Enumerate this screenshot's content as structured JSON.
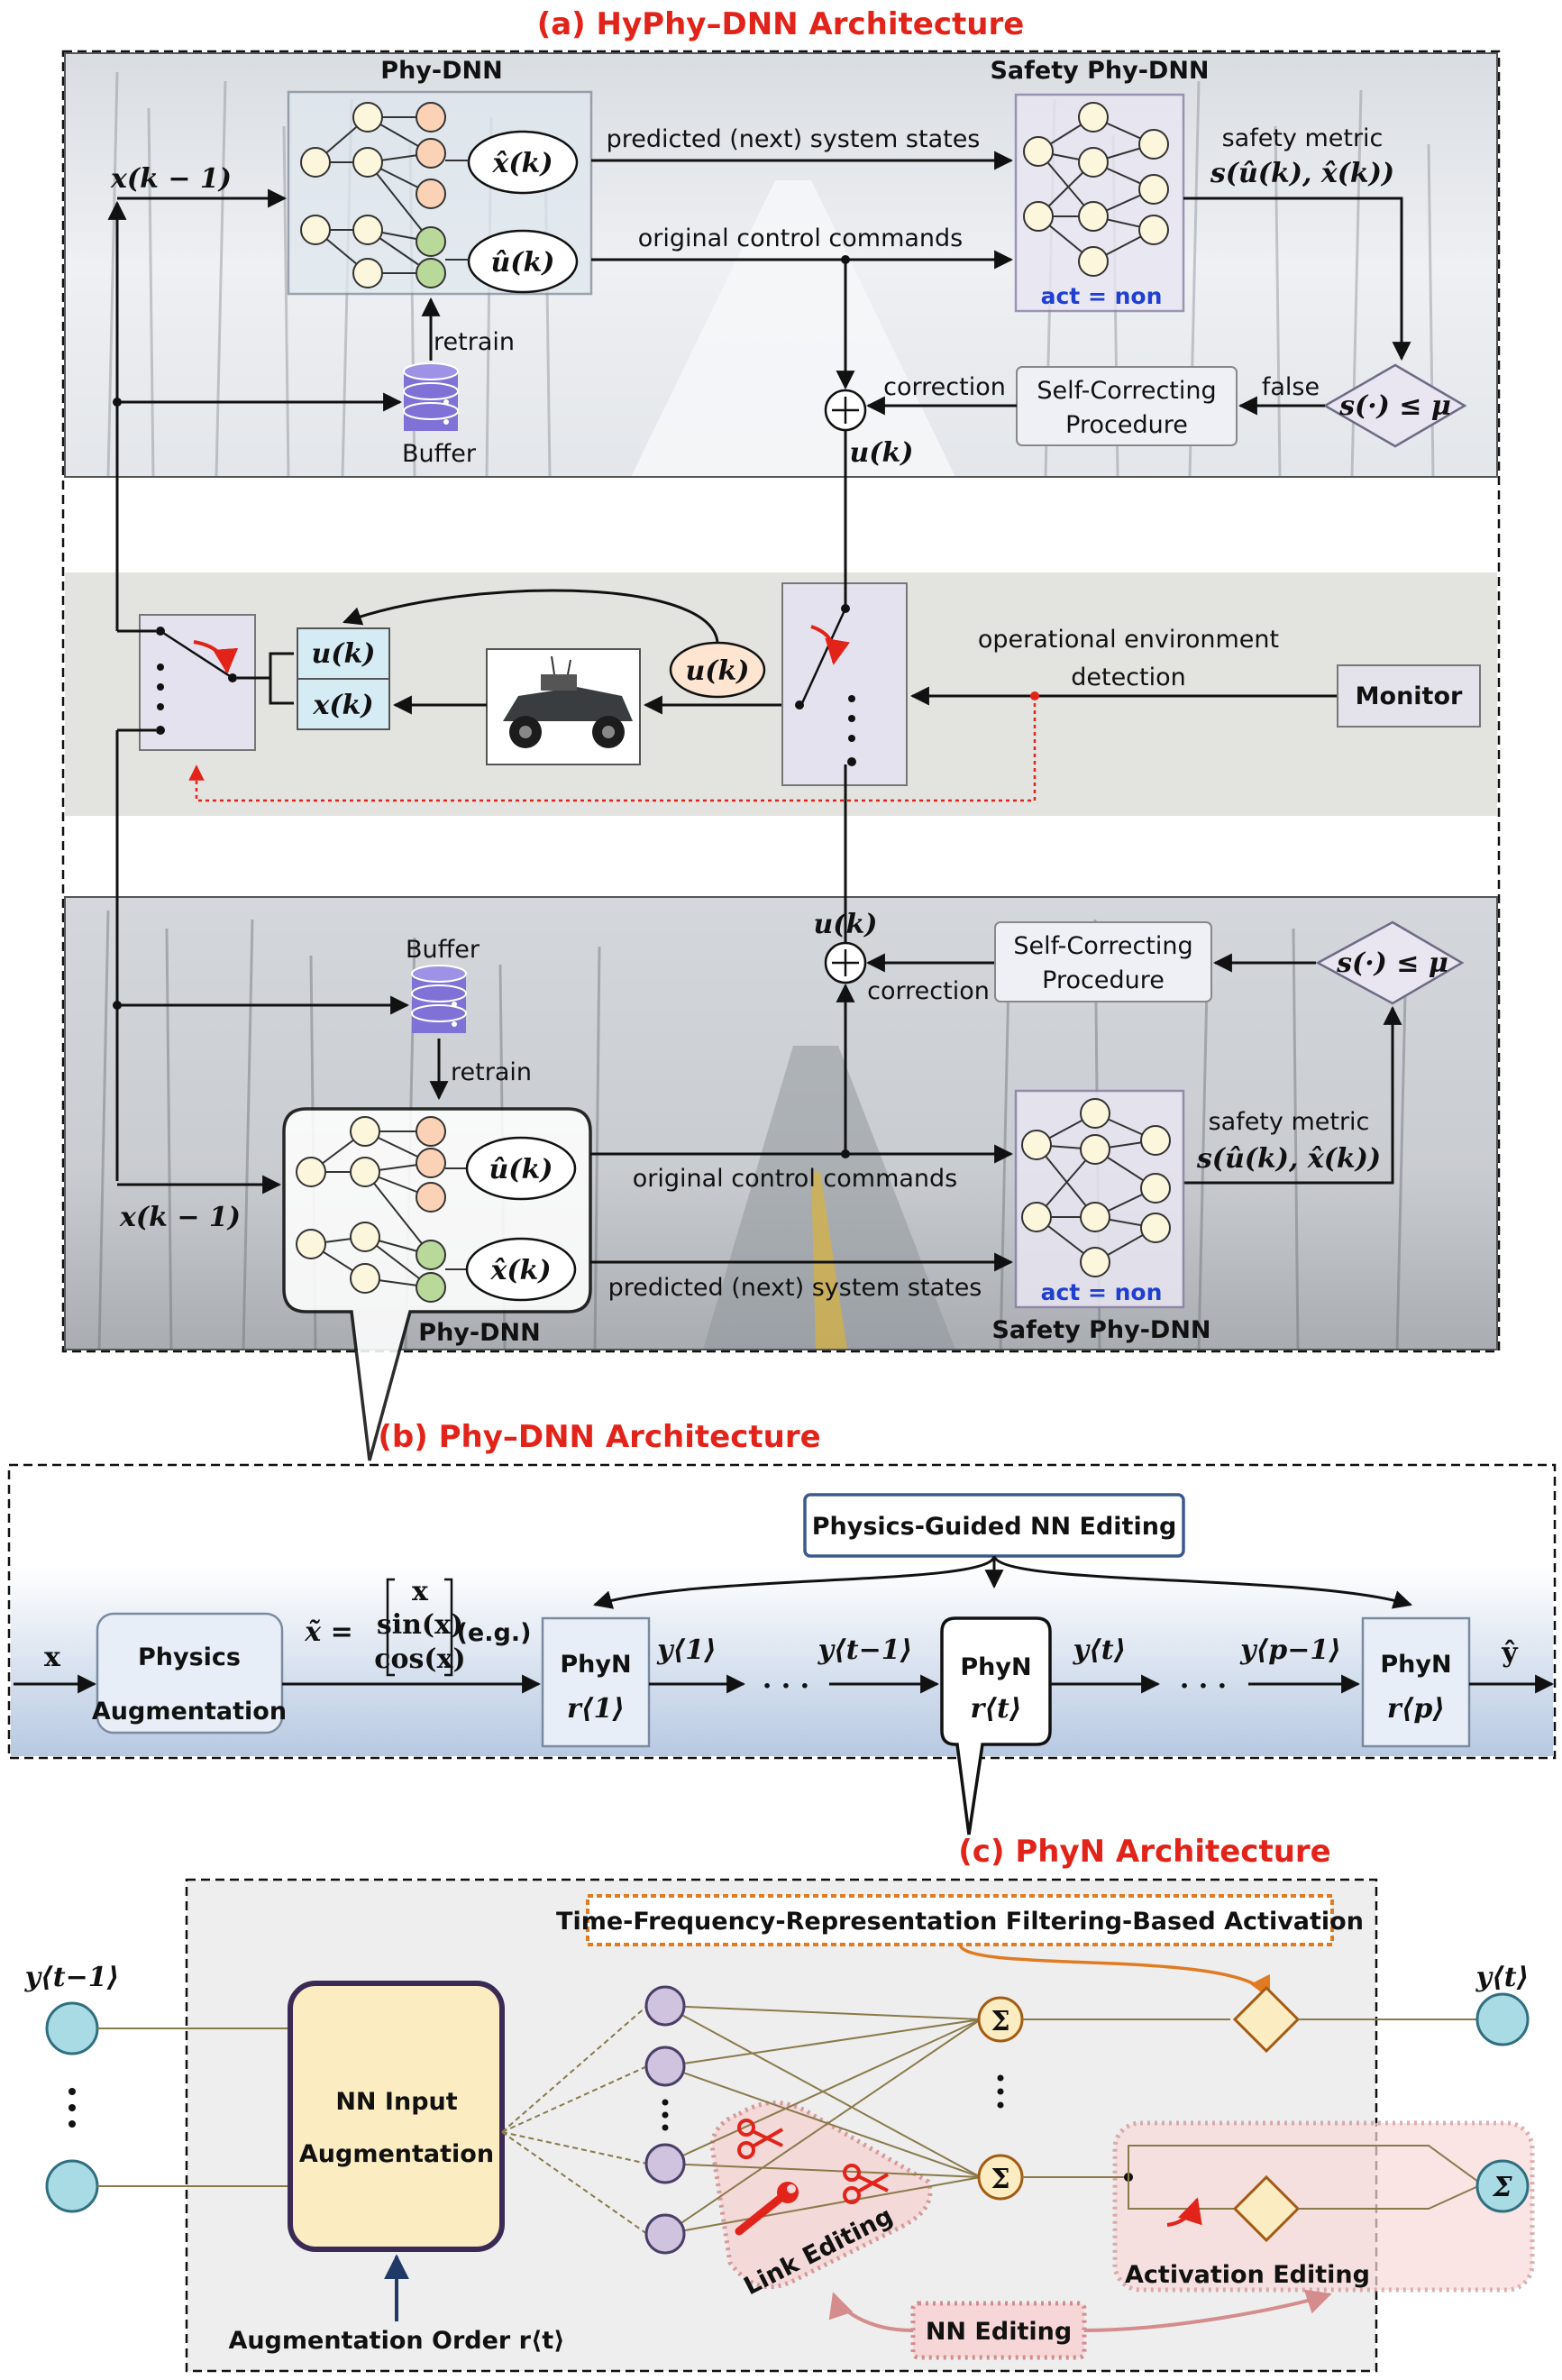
{
  "titles": {
    "a": "(a) HyPhy–DNN Architecture",
    "b": "(b) Phy–DNN Architecture",
    "c": "(c) PhyN Architecture"
  },
  "panel_a_top": {
    "phy_dnn": "Phy-DNN",
    "safety_phy_dnn": "Safety Phy-DNN",
    "x_hat": "x̂(k)",
    "u_hat": "û(k)",
    "x_prev": "x(k − 1)",
    "predicted": "predicted (next) system states",
    "original": "original control commands",
    "act_non": "act = non",
    "safety_metric": "safety metric",
    "safety_formula": "s(û(k), x̂(k))",
    "retrain": "retrain",
    "buffer": "Buffer",
    "correction": "correction",
    "self_correcting_1": "Self-Correcting",
    "self_correcting_2": "Procedure",
    "false": "false",
    "condition": "s(·) ≤ μ",
    "u_k": "u(k)"
  },
  "panel_a_middle": {
    "u_k": "u(k)",
    "x_k": "x(k)",
    "u_k_cloud": "u(k)",
    "op_env_1": "operational environment",
    "op_env_2": "detection",
    "monitor": "Monitor"
  },
  "panel_a_bottom": {
    "u_k": "u(k)",
    "buffer": "Buffer",
    "retrain": "retrain",
    "correction": "correction",
    "self_correcting_1": "Self-Correcting",
    "self_correcting_2": "Procedure",
    "condition": "s(·) ≤ μ",
    "safety_metric": "safety metric",
    "safety_formula": "s(û(k), x̂(k))",
    "original": "original control commands",
    "predicted": "predicted (next) system states",
    "act_non": "act = non",
    "safety_phy_dnn": "Safety Phy-DNN",
    "phy_dnn": "Phy-DNN",
    "x_prev": "x(k − 1)",
    "u_hat": "û(k)",
    "x_hat": "x̂(k)"
  },
  "panel_b": {
    "editing": "Physics-Guided NN Editing",
    "x": "x",
    "physics_1": "Physics",
    "physics_2": "Augmentation",
    "x_tilde": "x̃ =",
    "vec": [
      "x",
      "sin(x)",
      "cos(x)"
    ],
    "eg": "(e.g.)",
    "phyn": "PhyN",
    "r1": "r⟨1⟩",
    "rt": "r⟨t⟩",
    "rp": "r⟨p⟩",
    "y1": "y⟨1⟩",
    "yt1": "y⟨t−1⟩",
    "yt": "y⟨t⟩",
    "yp1": "y⟨p−1⟩",
    "yhat": "ŷ",
    "dots": "· · ·"
  },
  "panel_c": {
    "tfr": "Time-Frequency-Representation Filtering-Based Activation",
    "y_in": "y⟨t−1⟩",
    "y_out": "y⟨t⟩",
    "nn_input_1": "NN Input",
    "nn_input_2": "Augmentation",
    "aug_order": "Augmentation Order r⟨t⟩",
    "sigma": "Σ",
    "link_editing": "Link Editing",
    "activation_editing": "Activation Editing",
    "nn_editing": "NN Editing"
  },
  "colors": {
    "title_red": "#e2231a",
    "act_blue": "#1f3fd0",
    "node_peach": "#fbd2b5",
    "node_green": "#b9d99a",
    "node_cream": "#fbf6dc",
    "node_purple": "#cfc3e0",
    "node_cyan": "#a9dbe5",
    "augment_yellow": "#fbecc2"
  }
}
